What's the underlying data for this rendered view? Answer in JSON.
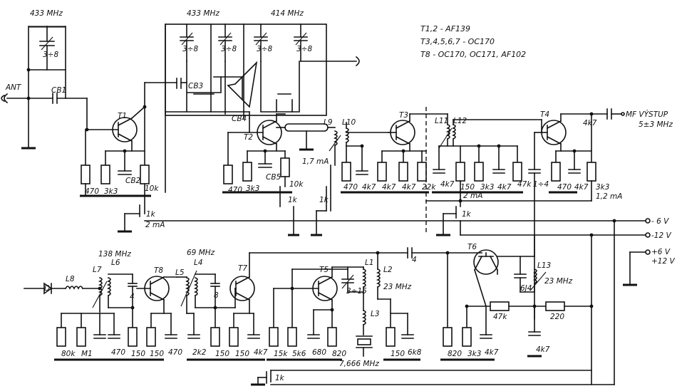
{
  "legend": {
    "line1": "T1,2 - AF139",
    "line2": "T3,4,5,6,7 - OC170",
    "line3": "T8 - OC170, OC171, AF102"
  },
  "freq": {
    "f433a": "433 MHz",
    "f433b": "433 MHz",
    "f414": "414 MHz",
    "f138": "138 MHz",
    "f69": "69 MHz",
    "f23a": "23 MHz",
    "f23b": "23 MHz",
    "xtal": "7,666 MHz",
    "out_freq": "5±3 MHz"
  },
  "labels": {
    "ant": "ANT",
    "mf_out": "MF VÝSTUP",
    "diode": "D",
    "minus6": "- 6 V",
    "minus12": "-12 V",
    "plus6": "+6 V",
    "plus12": "+12 V",
    "cur_t1": "2 mA",
    "cur_t2": "1,7 mA",
    "cur_t3": "2 mA",
    "cur_t4": "1,2 mA"
  },
  "transistors": [
    "T1",
    "T2",
    "T3",
    "T4",
    "T5",
    "T6",
    "T7",
    "T8"
  ],
  "coils": [
    "L1",
    "L2",
    "L3",
    "L4",
    "L5",
    "L6",
    "L7",
    "L8",
    "L9",
    "L10",
    "L11",
    "L12",
    "L13"
  ],
  "caps": {
    "cb1": "CB1",
    "cb2": "CB2",
    "cb3": "CB3",
    "cb4": "CB4",
    "cb5": "CB5",
    "trim": "3÷8",
    "trim_l1": "3÷15",
    "c4a": "4",
    "c4b": "4",
    "c8": "8",
    "c1_4": "1÷4",
    "c6j4": "6J4"
  },
  "res": {
    "r470a": "470",
    "r3k3a": "3k3",
    "r10ka": "10k",
    "r1ka": "1k",
    "r470b": "470",
    "r3k3b": "3k3",
    "r10kb": "10k",
    "r1kb": "1k",
    "r1kc": "1k",
    "r470c": "470",
    "r4k7a": "4k7",
    "r4k7b": "4k7",
    "r4k7c": "4k7",
    "r22k": "22k",
    "r4k7d": "4k7",
    "r150a": "150",
    "r3k3c": "3k3",
    "r4k7e": "4k7",
    "r47ka": "47k",
    "r1kd": "1k",
    "r470d": "470",
    "r4k7f": "4k7",
    "r3k3d": "3k3",
    "r4k7out": "4k7",
    "r80k": "80k",
    "rM1": "M1",
    "r470e": "470",
    "r150b": "150",
    "r150c": "150",
    "r470f": "470",
    "r2k2": "2k2",
    "r150d": "150",
    "r150e": "150",
    "r4k7g": "4k7",
    "r15k": "15k",
    "r5k6": "5k6",
    "r680": "680",
    "r820a": "820",
    "r150f": "150",
    "r6k8": "6k8",
    "r820b": "820",
    "r3k3e": "3k3",
    "r4k7h": "4k7",
    "r47kb": "47k",
    "r220": "220",
    "r4k7i": "4k7",
    "r1ke": "1k"
  }
}
